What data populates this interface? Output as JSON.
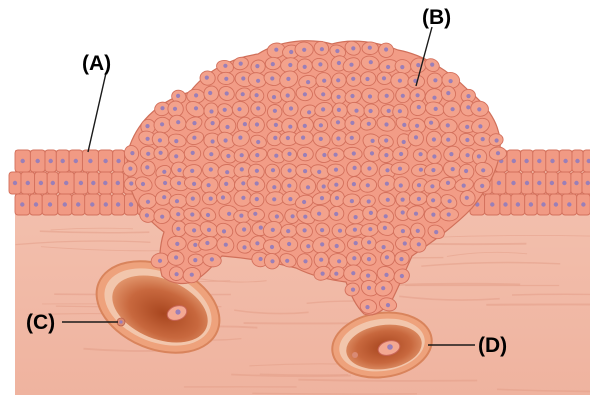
{
  "labels": {
    "a": "(A)",
    "b": "(B)",
    "c": "(C)",
    "d": "(D)"
  },
  "colors": {
    "background": "#ffffff",
    "connective_tissue": "#f2b9a6",
    "tissue_fibers": "#e39f89",
    "epithelial_cell": "#f19a84",
    "cell_outline": "#d3705c",
    "nucleus": "#9a7fb8",
    "vessel_wall": "#e9a079",
    "vessel_lumen": "#c9683c",
    "label_text": "#000000"
  }
}
